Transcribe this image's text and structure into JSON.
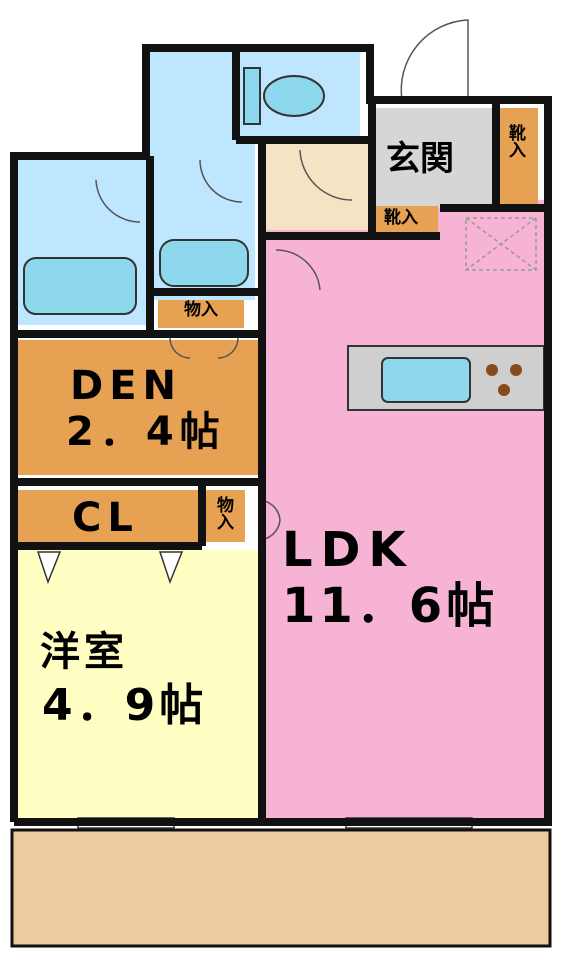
{
  "rooms": {
    "entrance": "玄関",
    "den_name": "DEN",
    "den_size": "2．4帖",
    "closet": "CL",
    "western_name": "洋室",
    "western_size": "4．9帖",
    "ldk_name": "LDK",
    "ldk_size": "11．6帖"
  },
  "storage": {
    "den_storage": "物入",
    "cl_storage": "物入",
    "shoe_right": "靴入",
    "shoe_bottom": "靴入"
  },
  "colors": {
    "wall": "#111111",
    "ldk": "#f7b3d3",
    "western": "#ffffc4",
    "den": "#e6a153",
    "storage": "#e6a153",
    "wet": "#bfe6ff",
    "fixture": "#8ed8ee",
    "entry": "#d6d6d6",
    "hall": "#f5e3c4",
    "balcony": "#eccb9e"
  }
}
